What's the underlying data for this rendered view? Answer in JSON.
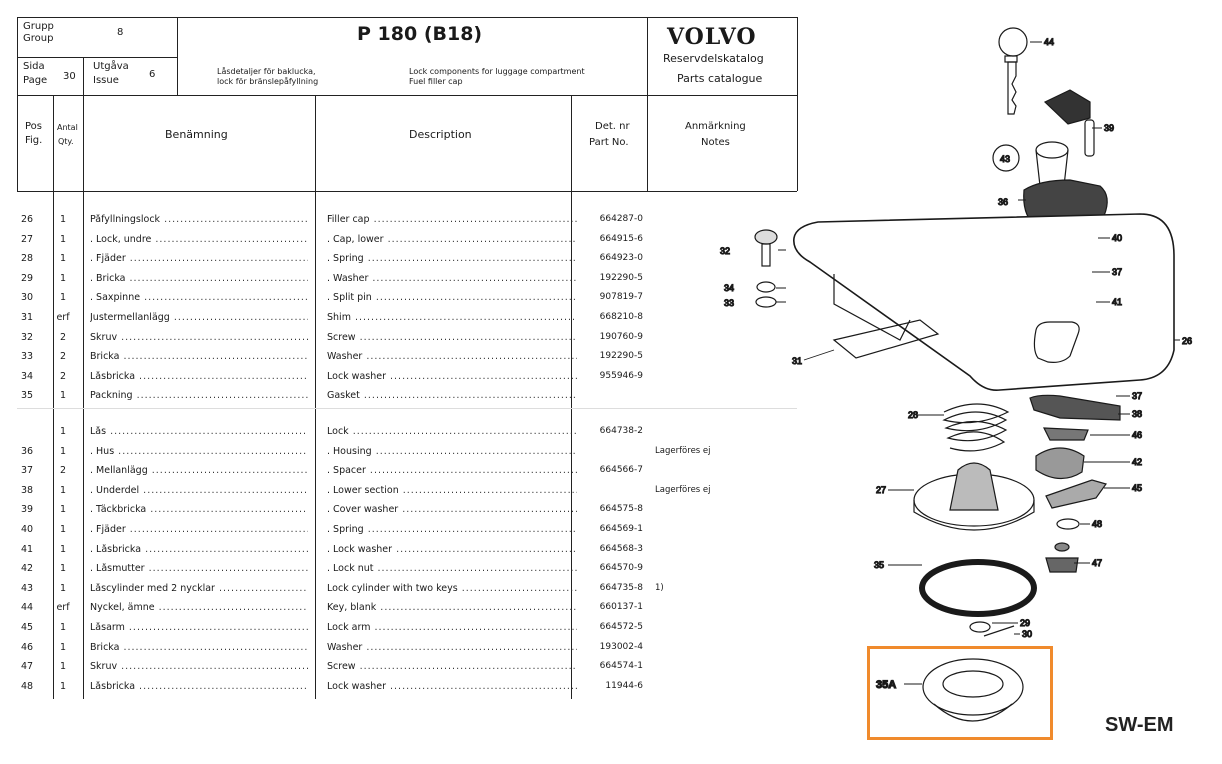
{
  "header": {
    "grupp_label": "Grupp",
    "group_label": "Group",
    "group_value": "8",
    "sida_label": "Sida",
    "page_label": "Page",
    "page_value": "30",
    "utgava_label": "Utgåva",
    "issue_label": "Issue",
    "issue_value": "6",
    "model": "P 180 (B18)",
    "sv_subtitle_1": "Låsdetaljer för baklucka,",
    "sv_subtitle_2": "lock för bränslepåfyllning",
    "en_subtitle_1": "Lock components for luggage compartment",
    "en_subtitle_2": "Fuel filler cap",
    "brand": "VOLVO",
    "catalog_sv": "Reservdelskatalog",
    "catalog_en": "Parts catalogue"
  },
  "columns": {
    "pos_1": "Pos",
    "pos_2": "Fig.",
    "qty_1": "Antal",
    "qty_2": "Qty.",
    "benamning": "Benämning",
    "description": "Description",
    "partno_1": "Det. nr",
    "partno_2": "Part No.",
    "notes_1": "Anmärkning",
    "notes_2": "Notes"
  },
  "rows_a": [
    {
      "pos": "26",
      "qty": "1",
      "ben": "Påfyllningslock",
      "des": "Filler cap",
      "pn": "664287-0",
      "note": ""
    },
    {
      "pos": "27",
      "qty": "1",
      "ben": ". Lock, undre",
      "des": ". Cap, lower",
      "pn": "664915-6",
      "note": ""
    },
    {
      "pos": "28",
      "qty": "1",
      "ben": ". Fjäder",
      "des": ". Spring",
      "pn": "664923-0",
      "note": ""
    },
    {
      "pos": "29",
      "qty": "1",
      "ben": ". Bricka",
      "des": ". Washer",
      "pn": "192290-5",
      "note": ""
    },
    {
      "pos": "30",
      "qty": "1",
      "ben": ". Saxpinne",
      "des": ". Split pin",
      "pn": "907819-7",
      "note": ""
    },
    {
      "pos": "31",
      "qty": "erf",
      "ben": "Justermellanlägg",
      "des": "Shim",
      "pn": "668210-8",
      "note": ""
    },
    {
      "pos": "32",
      "qty": "2",
      "ben": "Skruv",
      "des": "Screw",
      "pn": "190760-9",
      "note": ""
    },
    {
      "pos": "33",
      "qty": "2",
      "ben": "Bricka",
      "des": "Washer",
      "pn": "192290-5",
      "note": ""
    },
    {
      "pos": "34",
      "qty": "2",
      "ben": "Låsbricka",
      "des": "Lock washer",
      "pn": "955946-9",
      "note": ""
    },
    {
      "pos": "35",
      "qty": "1",
      "ben": "Packning",
      "des": "Gasket",
      "pn": "",
      "note": ""
    }
  ],
  "rows_b": [
    {
      "pos": "",
      "qty": "1",
      "ben": "Lås",
      "des": "Lock",
      "pn": "664738-2",
      "note": ""
    },
    {
      "pos": "36",
      "qty": "1",
      "ben": ". Hus",
      "des": ". Housing",
      "pn": "",
      "note": "Lagerföres ej"
    },
    {
      "pos": "37",
      "qty": "2",
      "ben": ". Mellanlägg",
      "des": ". Spacer",
      "pn": "664566-7",
      "note": ""
    },
    {
      "pos": "38",
      "qty": "1",
      "ben": ". Underdel",
      "des": ". Lower section",
      "pn": "",
      "note": "Lagerföres ej"
    },
    {
      "pos": "39",
      "qty": "1",
      "ben": ". Täckbricka",
      "des": ". Cover washer",
      "pn": "664575-8",
      "note": ""
    },
    {
      "pos": "40",
      "qty": "1",
      "ben": ". Fjäder",
      "des": ". Spring",
      "pn": "664569-1",
      "note": ""
    },
    {
      "pos": "41",
      "qty": "1",
      "ben": ". Låsbricka",
      "des": ". Lock washer",
      "pn": "664568-3",
      "note": ""
    },
    {
      "pos": "42",
      "qty": "1",
      "ben": ". Låsmutter",
      "des": ". Lock nut",
      "pn": "664570-9",
      "note": ""
    },
    {
      "pos": "43",
      "qty": "1",
      "ben": "Låscylinder med 2 nycklar",
      "des": "Lock cylinder with two keys",
      "pn": "664735-8",
      "note": "1)"
    },
    {
      "pos": "44",
      "qty": "erf",
      "ben": "Nyckel, ämne",
      "des": "Key, blank",
      "pn": "660137-1",
      "note": ""
    },
    {
      "pos": "45",
      "qty": "1",
      "ben": "Låsarm",
      "des": "Lock arm",
      "pn": "664572-5",
      "note": ""
    },
    {
      "pos": "46",
      "qty": "1",
      "ben": "Bricka",
      "des": "Washer",
      "pn": "193002-4",
      "note": ""
    },
    {
      "pos": "47",
      "qty": "1",
      "ben": "Skruv",
      "des": "Screw",
      "pn": "664574-1",
      "note": ""
    },
    {
      "pos": "48",
      "qty": "1",
      "ben": "Låsbricka",
      "des": "Lock washer",
      "pn": "11944-6",
      "note": ""
    }
  ],
  "diagram_labels": {
    "l44": "44",
    "l39": "39",
    "l43": "43",
    "l36": "36",
    "l40": "40",
    "l37a": "37",
    "l41": "41",
    "l32": "32",
    "l34": "34",
    "l33": "33",
    "l26": "26",
    "l31": "31",
    "l37b": "37",
    "l38": "38",
    "l28": "28",
    "l46": "46",
    "l42": "42",
    "l27": "27",
    "l45": "45",
    "l48": "48",
    "l35": "35",
    "l47": "47",
    "l29": "29",
    "l30": "30",
    "l35a": "35A"
  },
  "watermark": "SW-EM",
  "colors": {
    "highlight": "#f08a2c",
    "ink": "#1a1a1a"
  }
}
